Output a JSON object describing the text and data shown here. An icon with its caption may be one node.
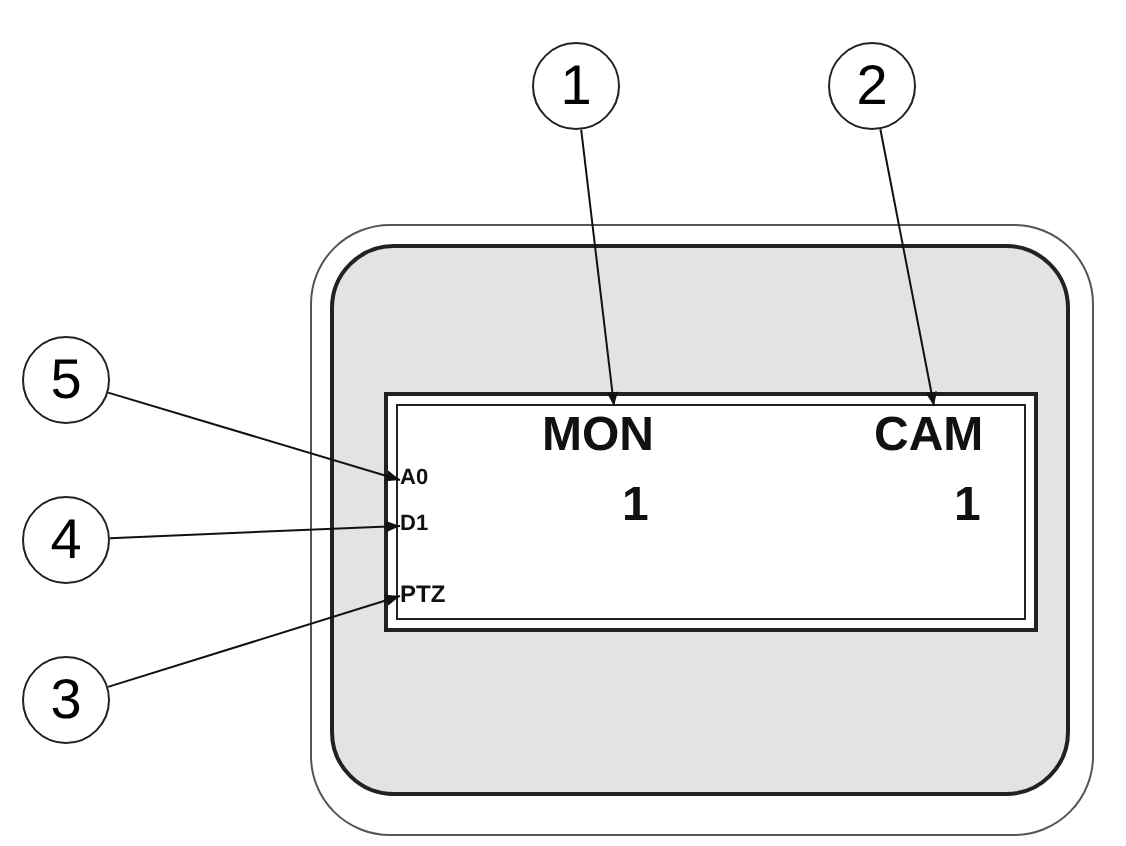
{
  "diagram": {
    "nodes": [
      {
        "text": [
          "1"
        ]
      },
      {
        "text": [
          "2"
        ]
      },
      {
        "text": [],
        "shape": "box"
      },
      {
        "text": [],
        "shape": "box",
        "in": 2
      },
      {
        "text": [
          "MON"
        ],
        "in": 3
      },
      {
        "text": [
          "CAM"
        ],
        "in": 3
      },
      {
        "text": [
          "A0"
        ],
        "in": 3
      },
      {
        "text": [
          "D1"
        ],
        "in": 3
      },
      {
        "text": [
          "PTZ"
        ],
        "in": 3
      },
      {
        "text": [
          "5"
        ]
      },
      {
        "text": [
          "4"
        ]
      },
      {
        "text": [
          "3"
        ]
      }
    ],
    "edges": [
      {
        "from": 0,
        "to": 4,
        "arrow": "to"
      },
      {
        "from": 1,
        "to": 5,
        "arrow": "to"
      },
      {
        "from": 9,
        "to": 6,
        "arrow": "to"
      },
      {
        "from": 10,
        "to": 7,
        "arrow": "to"
      },
      {
        "from": 11,
        "to": 8,
        "arrow": "to"
      }
    ],
    "labels": [
      "1",
      "1"
    ]
  }
}
